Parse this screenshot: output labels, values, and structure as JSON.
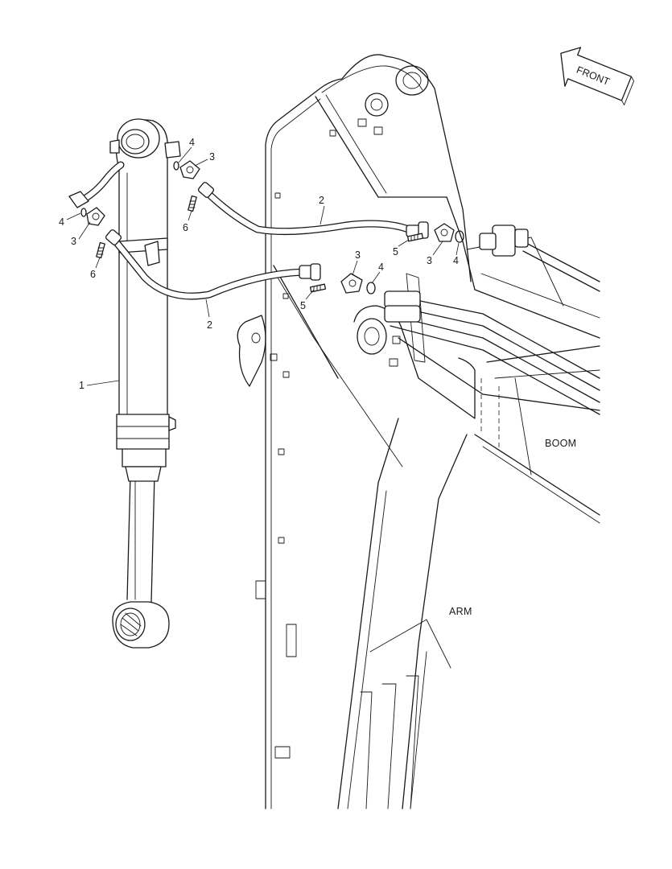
{
  "diagram": {
    "direction_arrow": {
      "label": "FRONT"
    },
    "zone_labels": {
      "boom": "BOOM",
      "arm": "ARM"
    },
    "callouts": {
      "cyl": "1",
      "hose_top": "2",
      "hose_bottom": "2",
      "clamp_a": "3",
      "clamp_b": "3",
      "clamp_c": "3",
      "clamp_d": "3",
      "ring_a": "4",
      "ring_b": "4",
      "ring_c": "4",
      "ring_d": "4",
      "bolt_a": "5",
      "bolt_b": "5",
      "bolt_c": "6",
      "bolt_d": "6"
    }
  }
}
